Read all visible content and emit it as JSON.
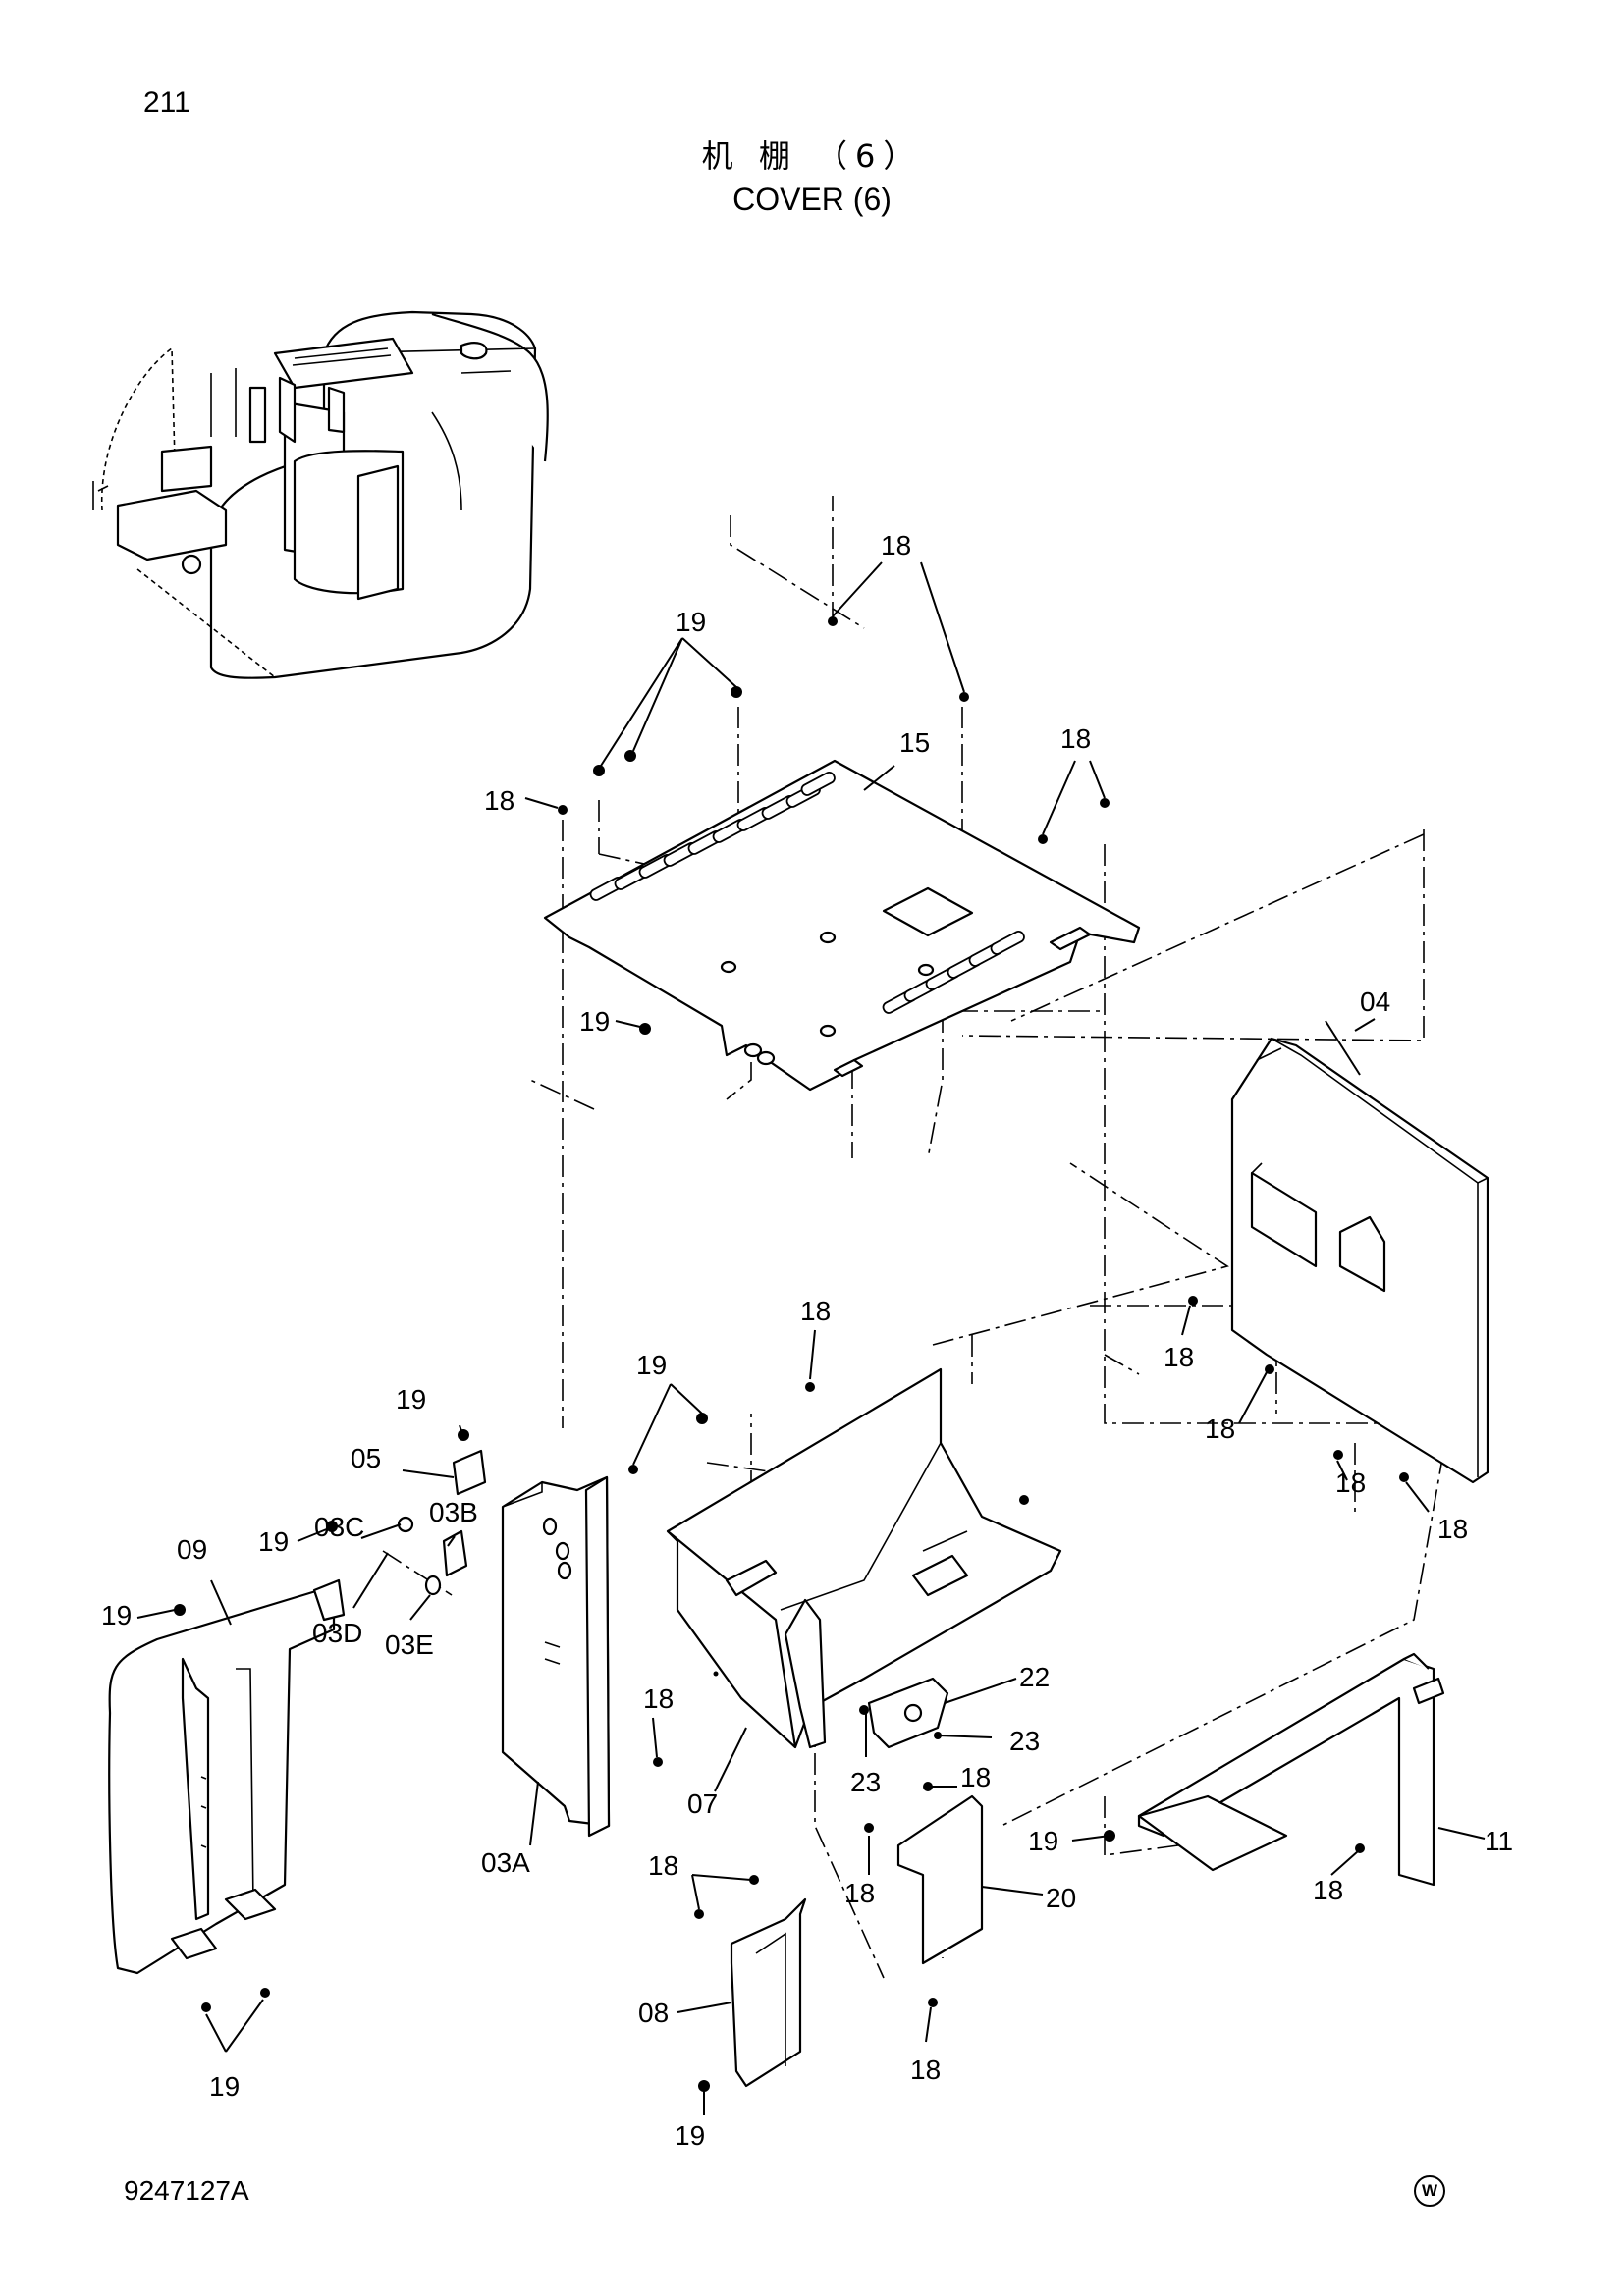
{
  "page_number": "211",
  "title_cn": "机 棚 （6）",
  "title_en": "COVER (6)",
  "drawing_number": "9247127A",
  "corner_mark": "W",
  "callouts": [
    "18",
    "19",
    "15",
    "18",
    "18",
    "19",
    "04",
    "18",
    "18",
    "18",
    "18",
    "18",
    "19",
    "19",
    "05",
    "03C",
    "03B",
    "19",
    "09",
    "19",
    "03D",
    "03E",
    "18",
    "03A",
    "07",
    "22",
    "23",
    "23",
    "18",
    "18",
    "19",
    "11",
    "18",
    "20",
    "18",
    "08",
    "19",
    "18",
    "19"
  ]
}
